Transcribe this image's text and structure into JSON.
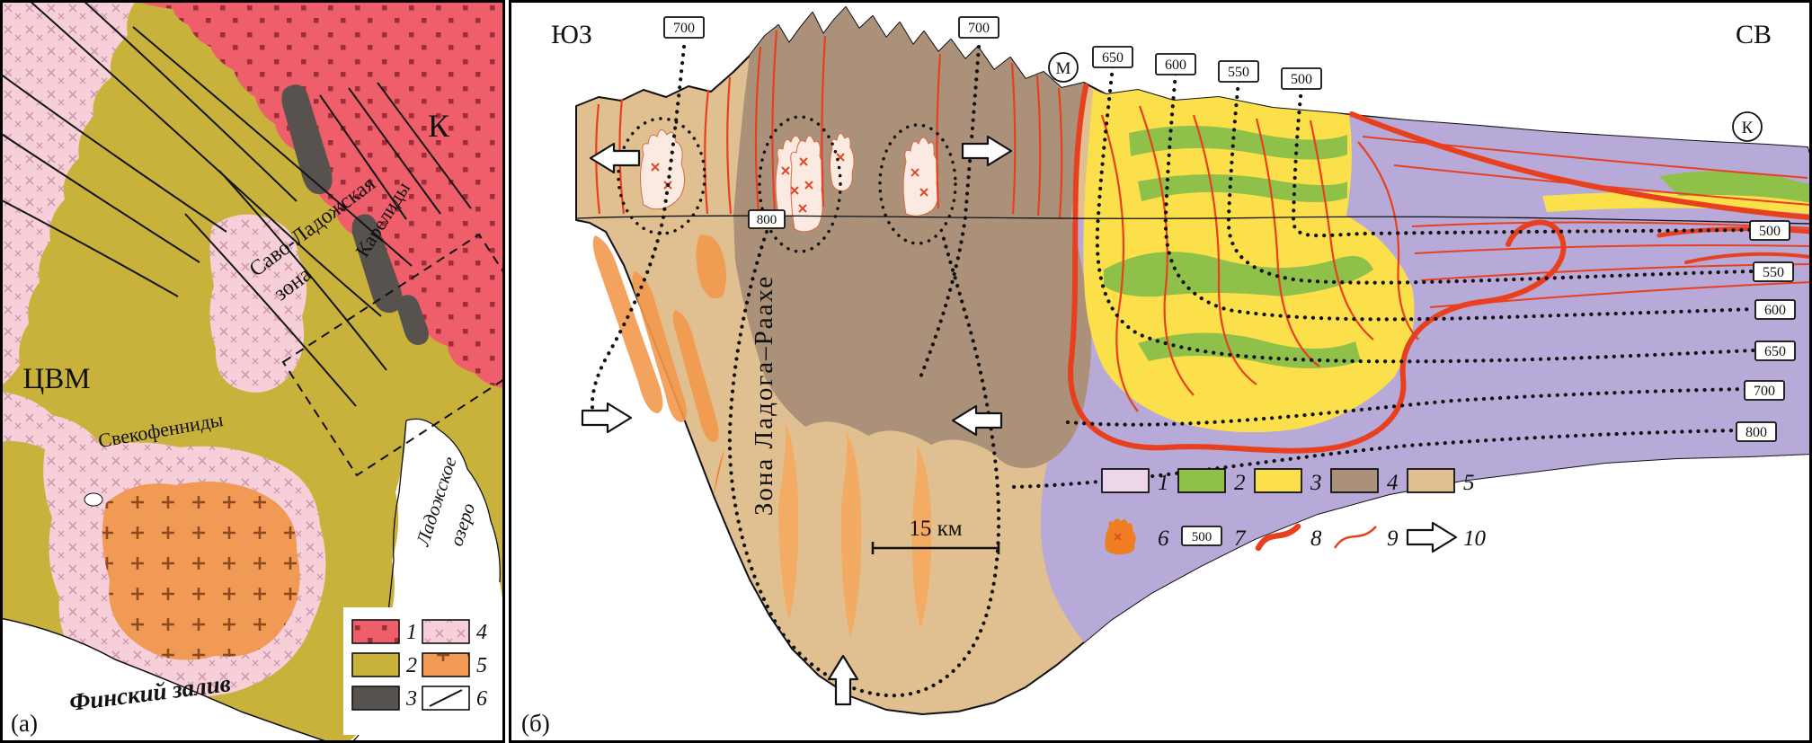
{
  "figure": {
    "panel_a": {
      "tag": "(а)",
      "labels": {
        "cvm": "ЦВМ",
        "k": "К",
        "savo_line1": "Саво-Ладожская",
        "savo_line2": "зона",
        "karelides": "Карелиды",
        "svecofennides": "Свекофенниды",
        "lake_line1": "Ладожское",
        "lake_line2": "озеро",
        "gulf": "Финский залив"
      },
      "legend": {
        "items": [
          {
            "label": "1",
            "color": "#ef5f6b"
          },
          {
            "label": "2",
            "color": "#c9b23c"
          },
          {
            "label": "3",
            "color": "#57524e"
          },
          {
            "label": "4",
            "color": "#f6cfd8"
          },
          {
            "label": "5",
            "color": "#f09a55"
          },
          {
            "label": "6",
            "color": "#ffffff"
          }
        ]
      }
    },
    "panel_b": {
      "tag": "(б)",
      "compass": {
        "sw": "ЮЗ",
        "ne": "СВ"
      },
      "points": {
        "m": "М",
        "k": "К"
      },
      "zone": {
        "temp": "800",
        "label": "Зона Ладога–Раахе"
      },
      "scale_bar": "15 км",
      "isotherms_top": [
        "700",
        "700",
        "650",
        "600",
        "550",
        "500"
      ],
      "isotherms_right": [
        "500",
        "550",
        "600",
        "650",
        "700",
        "800"
      ],
      "legend": {
        "items": [
          {
            "label": "1",
            "color": "#eed7e8"
          },
          {
            "label": "2",
            "color": "#8ec04a"
          },
          {
            "label": "3",
            "color": "#fbe04b"
          },
          {
            "label": "4",
            "color": "#ab9179"
          },
          {
            "label": "5",
            "color": "#e0bf90"
          },
          {
            "label": "6",
            "color": "#ef7d22"
          },
          {
            "label": "7",
            "sample": "500"
          },
          {
            "label": "8",
            "color": "#e8401f"
          },
          {
            "label": "9",
            "color": "#e8401f"
          },
          {
            "label": "10"
          }
        ]
      }
    },
    "palette": {
      "olive": "#c9b23c",
      "craton_red": "#ef5f6b",
      "craton_dot": "#9c2e37",
      "pink": "#f6cfd8",
      "orange_pluton": "#f09a55",
      "dark_gray": "#57524e",
      "tan": "#e0bf90",
      "brown": "#ab9179",
      "yellow": "#fbe04b",
      "green": "#8ec04a",
      "purple": "#b7a9d8",
      "orange_diapir": "#ef7d22",
      "pale_granite": "#faeae2",
      "red_line": "#e8401f"
    }
  }
}
